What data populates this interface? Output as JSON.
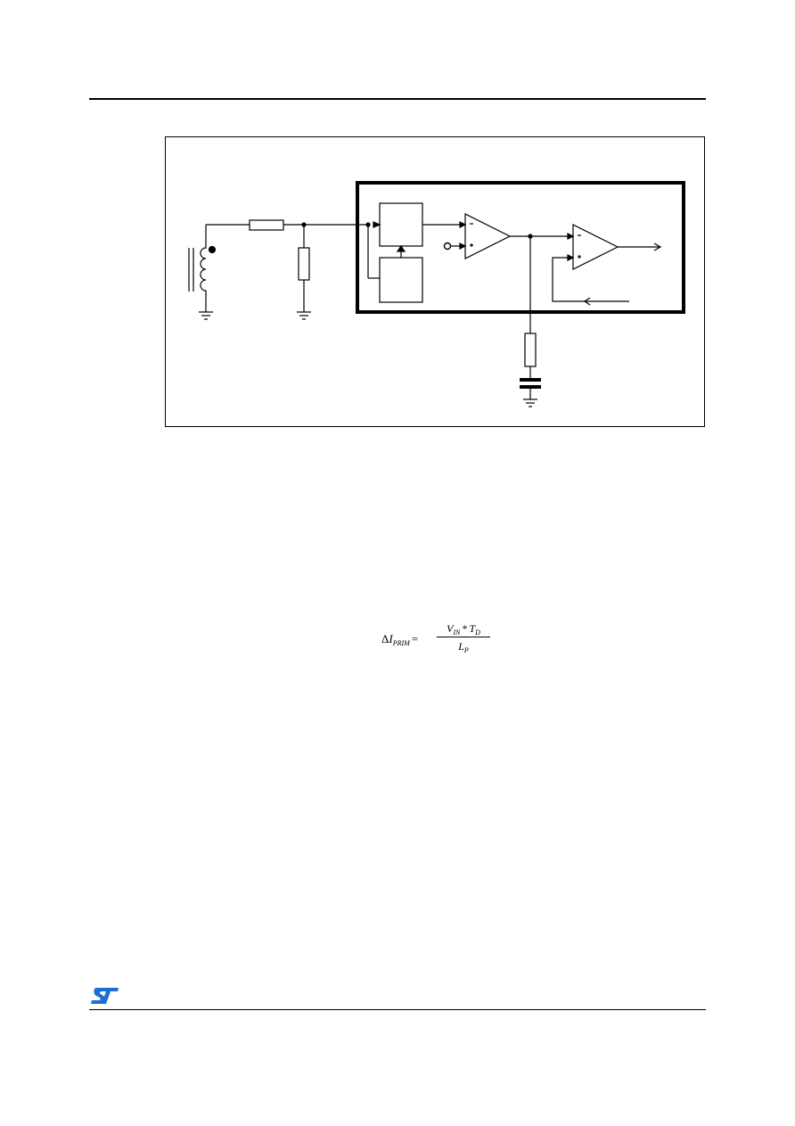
{
  "equation": {
    "lhs_symbol": "I",
    "lhs_delta": "Δ",
    "lhs_sub": "PRIM",
    "equals": "=",
    "num_v": "V",
    "num_v_sub": "IN",
    "num_op": "*",
    "num_t": "T",
    "num_t_sub": "D",
    "den_l": "L",
    "den_l_sub": "P"
  },
  "logo": {
    "icon": "st-logo-icon",
    "color": "#1a6fd0"
  },
  "colors": {
    "ink": "#000000",
    "background": "#ffffff"
  }
}
